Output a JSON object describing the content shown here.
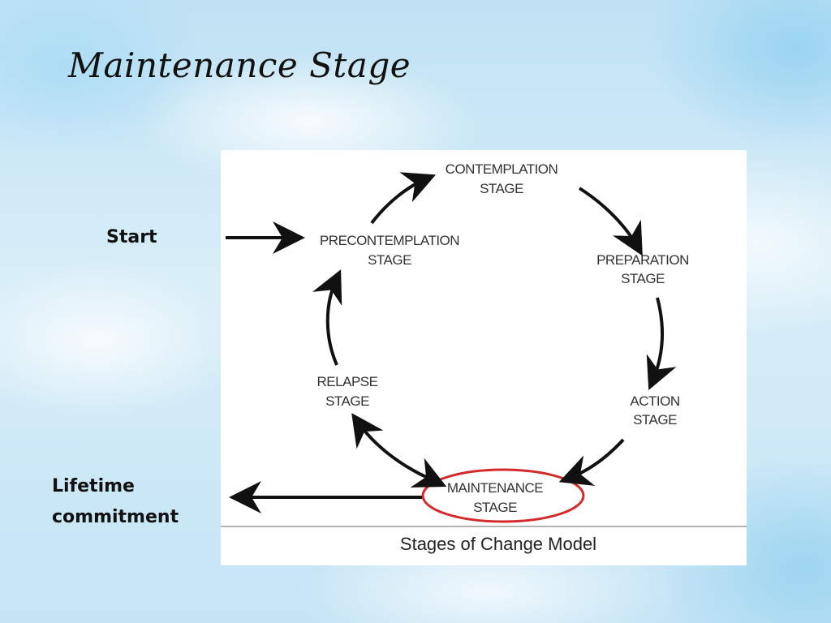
{
  "slide": {
    "title": "Maintenance Stage",
    "start_label": "Start",
    "lifetime_label_line1": "Lifetime",
    "lifetime_label_line2": "commitment"
  },
  "diagram": {
    "stages": [
      {
        "id": "contemplation",
        "line1": "CONTEMPLATION",
        "line2": "STAGE"
      },
      {
        "id": "preparation",
        "line1": "PREPARATION",
        "line2": "STAGE"
      },
      {
        "id": "action",
        "line1": "ACTION",
        "line2": "STAGE"
      },
      {
        "id": "maintenance",
        "line1": "MAINTENANCE",
        "line2": "STAGE",
        "highlighted": true
      },
      {
        "id": "relapse",
        "line1": "RELAPSE",
        "line2": "STAGE"
      },
      {
        "id": "precontemplation",
        "line1": "PRECONTEMPLATION",
        "line2": "STAGE"
      }
    ],
    "caption": "Stages of Change Model",
    "highlight_color": "#d42a2a",
    "arrow_color": "#111111"
  }
}
